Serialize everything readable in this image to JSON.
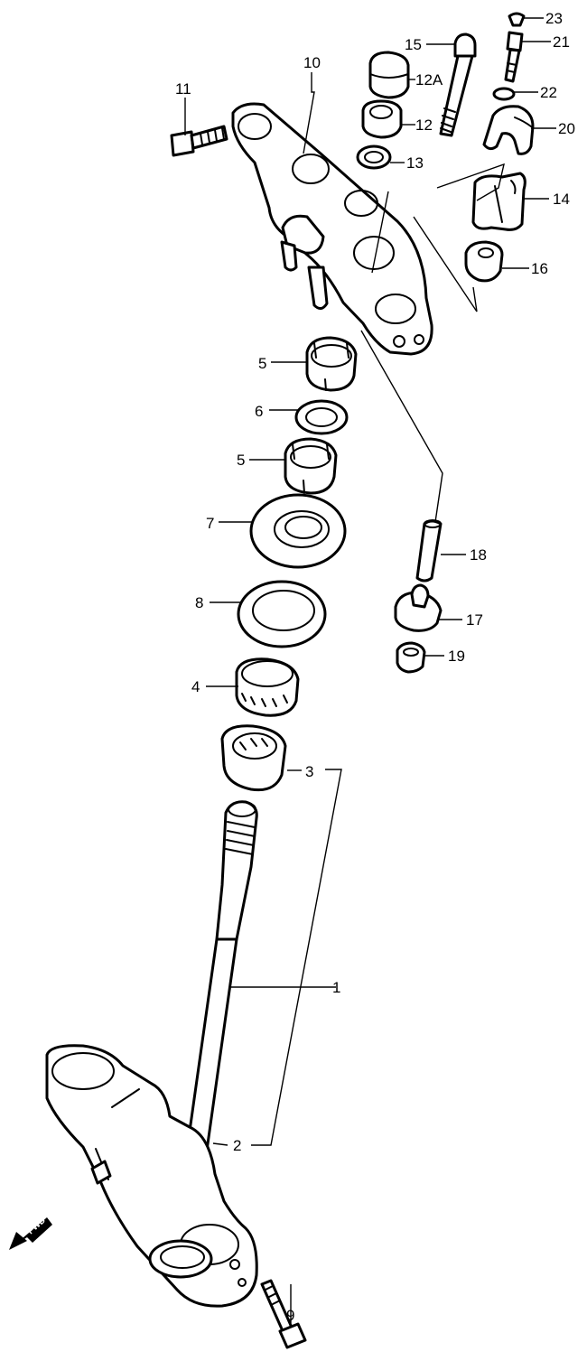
{
  "callouts": {
    "c1": "1",
    "c2": "2",
    "c3": "3",
    "c4": "4",
    "c5a": "5",
    "c5b": "5",
    "c6": "6",
    "c7": "7",
    "c8": "8",
    "c9": "9",
    "c10": "10",
    "c11": "11",
    "c12": "12",
    "c12a": "12A",
    "c13": "13",
    "c14": "14",
    "c15": "15",
    "c16": "16",
    "c17": "17",
    "c18": "18",
    "c19": "19",
    "c20": "20",
    "c21": "21",
    "c22": "22",
    "c23": "23"
  },
  "fwd_label": "FWD"
}
